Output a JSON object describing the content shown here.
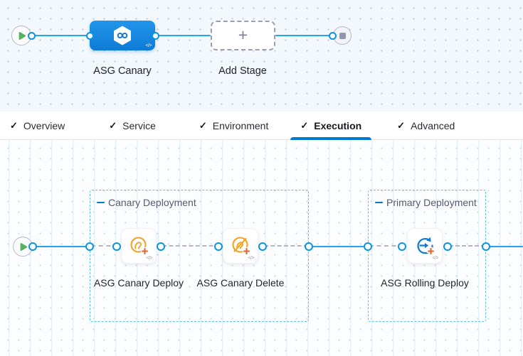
{
  "icons": {
    "check": "✓",
    "plus": "+",
    "code": "</>"
  },
  "top_pipeline": {
    "stage": {
      "label": "ASG Canary"
    },
    "add_stage": {
      "label": "Add Stage"
    }
  },
  "tabs": [
    {
      "label": "Overview"
    },
    {
      "label": "Service"
    },
    {
      "label": "Environment"
    },
    {
      "label": "Execution",
      "active": true
    },
    {
      "label": "Advanced"
    }
  ],
  "execution": {
    "groups": [
      {
        "label": "Canary Deployment"
      },
      {
        "label": "Primary Deployment"
      }
    ],
    "steps": [
      {
        "label": "ASG Canary Deploy"
      },
      {
        "label": "ASG Canary Delete"
      },
      {
        "label": "ASG Rolling Deploy"
      }
    ]
  },
  "colors": {
    "accent": "#0278d5",
    "connector_line": "#27a4ef",
    "stage_blue_top": "#2295ea",
    "stage_blue_bottom": "#0e7bd6",
    "canary_orange": "#f1a62b",
    "cross_orange": "#e8622d",
    "rolling_blue": "#0b7bd4",
    "play_green": "#56b25c",
    "stop_gray": "#9496ad"
  }
}
